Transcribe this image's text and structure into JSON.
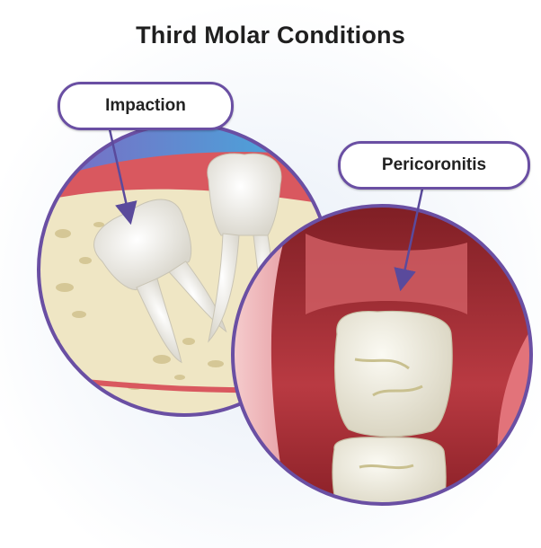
{
  "title": "Third Molar Conditions",
  "callouts": {
    "impaction": "Impaction",
    "pericoronitis": "Pericoronitis"
  },
  "colors": {
    "ring": "#6a4fa3",
    "arrow": "#5a4a9c",
    "gum": "#d9585f",
    "bone": "#efe6c4",
    "tooth": "#f5f5f2"
  }
}
